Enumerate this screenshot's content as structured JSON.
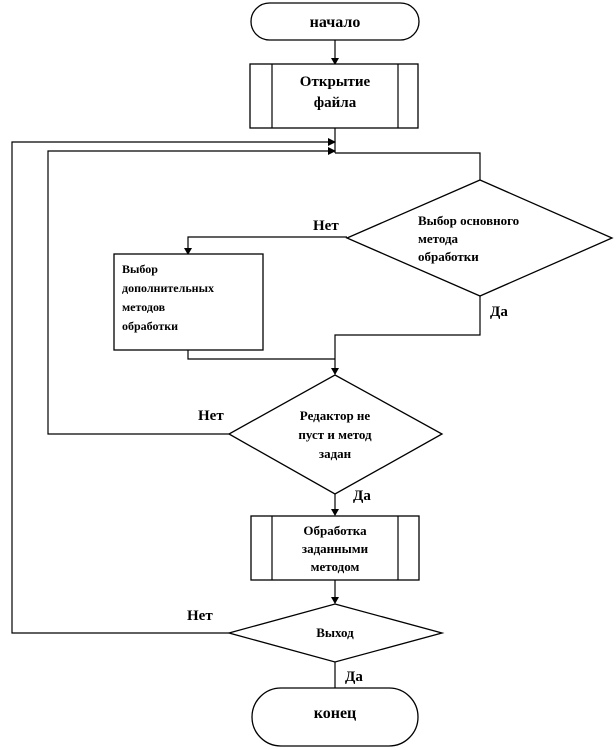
{
  "nodes": {
    "start": "начало",
    "open_file": [
      "Открытие",
      "файла"
    ],
    "choose_main": [
      "Выбор основного",
      "метода",
      "обработки"
    ],
    "choose_extra": [
      "Выбор",
      "дополнительных",
      "методов",
      "обработки"
    ],
    "editor_check": [
      "Редактор не",
      "пуст и метод",
      "задан"
    ],
    "process": [
      "Обработка",
      "заданными",
      "методом"
    ],
    "exit": "Выход",
    "end": "конец"
  },
  "edges": {
    "choose_main_no": "Нет",
    "choose_main_yes": "Да",
    "editor_check_no": "Нет",
    "editor_check_yes": "Да",
    "exit_no": "Нет",
    "exit_yes": "Да"
  }
}
